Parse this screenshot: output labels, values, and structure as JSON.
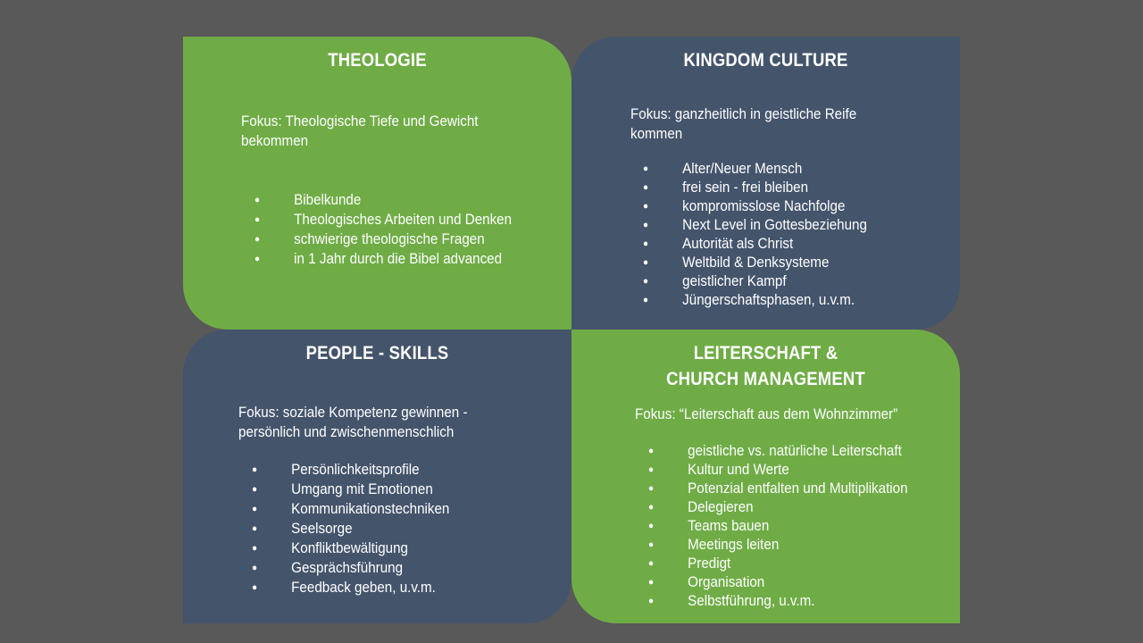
{
  "quadrants": {
    "theologie": {
      "title": "THEOLOGIE",
      "fokus_1": "Fokus: Theologische Tiefe und Gewicht",
      "fokus_2": "bekommen",
      "items": [
        "Bibelkunde",
        "Theologisches Arbeiten und Denken",
        "schwierige theologische Fragen",
        "in 1 Jahr durch die Bibel advanced"
      ]
    },
    "kingdom": {
      "title": "KINGDOM CULTURE",
      "fokus_1": "Fokus: ganzheitlich in geistliche Reife",
      "fokus_2": "kommen",
      "items": [
        "Alter/Neuer Mensch",
        "frei sein - frei bleiben",
        "kompromisslose Nachfolge",
        "Next Level in Gottesbeziehung",
        "Autorität als Christ",
        "Weltbild & Denksysteme",
        "geistlicher Kampf",
        "Jüngerschaftsphasen, u.v.m."
      ]
    },
    "people": {
      "title": "PEOPLE - SKILLS",
      "fokus_1": "Fokus: soziale Kompetenz gewinnen -",
      "fokus_2": "persönlich und zwischenmenschlich",
      "items": [
        "Persönlichkeitsprofile",
        "Umgang mit Emotionen",
        "Kommunikationstechniken",
        "Seelsorge",
        "Konfliktbewältigung",
        "Gesprächsführung",
        "Feedback geben, u.v.m."
      ]
    },
    "leitung": {
      "title_1": "LEITERSCHAFT &",
      "title_2": "CHURCH MANAGEMENT",
      "fokus_1": "Fokus: “Leiterschaft aus dem Wohnzimmer”",
      "items": [
        "geistliche vs. natürliche Leiterschaft",
        "Kultur und Werte",
        "Potenzial entfalten und Multiplikation",
        "Delegieren",
        "Teams bauen",
        "Meetings leiten",
        "Predigt",
        "Organisation",
        "Selbstführung, u.v.m."
      ]
    }
  },
  "colors": {
    "green": "#6fac46",
    "navy": "#44546b",
    "background": "#595959"
  }
}
